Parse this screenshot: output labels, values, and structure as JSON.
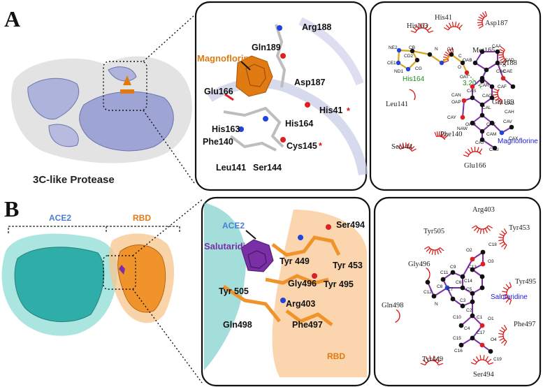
{
  "panel_a": {
    "letter": "A",
    "caption": "3C-like Protease",
    "ligand": "Magnoflorine",
    "residues": [
      "Arg188",
      "Gln189",
      "Asp187",
      "Glu166",
      "His41",
      "His164",
      "His163",
      "Phe140",
      "Cys145",
      "Leu141",
      "Ser144"
    ],
    "star": "*",
    "ligplot": {
      "residues": [
        "His163",
        "His41",
        "Asp187",
        "Met165",
        "Arg188",
        "Leu141",
        "Gln189",
        "Ser144",
        "Phe140",
        "Glu166"
      ],
      "hbond_residue": "His164",
      "hbond_distance": "3.20",
      "ligand_label": "Magnoflorine",
      "atoms": [
        "NE2",
        "CE1",
        "ND1",
        "CD2",
        "CG",
        "CB",
        "N",
        "CA",
        "C",
        "O",
        "CAA",
        "OAB",
        "CAC",
        "CAD",
        "OAT",
        "CAS",
        "CAE",
        "OAP",
        "CAR",
        "CAF",
        "CAN",
        "CAO",
        "CAG",
        "CAL",
        "CAH",
        "CAY",
        "OAM",
        "CAK",
        "NAW",
        "CAM",
        "CAJ",
        "CAU",
        "CAV",
        "CAX"
      ]
    },
    "colors": {
      "ligand": "#e07a12",
      "protein": "#aeb3dc",
      "star": "#d11"
    }
  },
  "panel_b": {
    "letter": "B",
    "ace2_label": "ACE2",
    "rbd_label": "RBD",
    "ligand": "Salutaridine",
    "residues": [
      "Ser494",
      "Tyr 449",
      "Tyr 453",
      "Gly496",
      "Tyr 495",
      "Tyr 505",
      "Arg403",
      "Gln498",
      "Phe497"
    ],
    "inset_ace2": "ACE2",
    "inset_rbd": "RBD",
    "ligplot": {
      "residues": [
        "Arg403",
        "Tyr505",
        "Tyr453",
        "Gly496",
        "Tyr495",
        "Gln498",
        "Phe497",
        "Tyr449",
        "Ser494"
      ],
      "ligand_label": "Salutaridine",
      "atoms": [
        "C18",
        "O2",
        "O3",
        "C13",
        "C9",
        "C14",
        "C11",
        "C6",
        "C12",
        "C8",
        "C7",
        "C5",
        "N",
        "C3",
        "C2",
        "C10",
        "C4",
        "C1",
        "O1",
        "C15",
        "C17",
        "C16",
        "O4",
        "C19"
      ]
    },
    "colors": {
      "ace2": "#1aa5a0",
      "rbd": "#f0932b",
      "ligand": "#7b2fa6"
    }
  }
}
